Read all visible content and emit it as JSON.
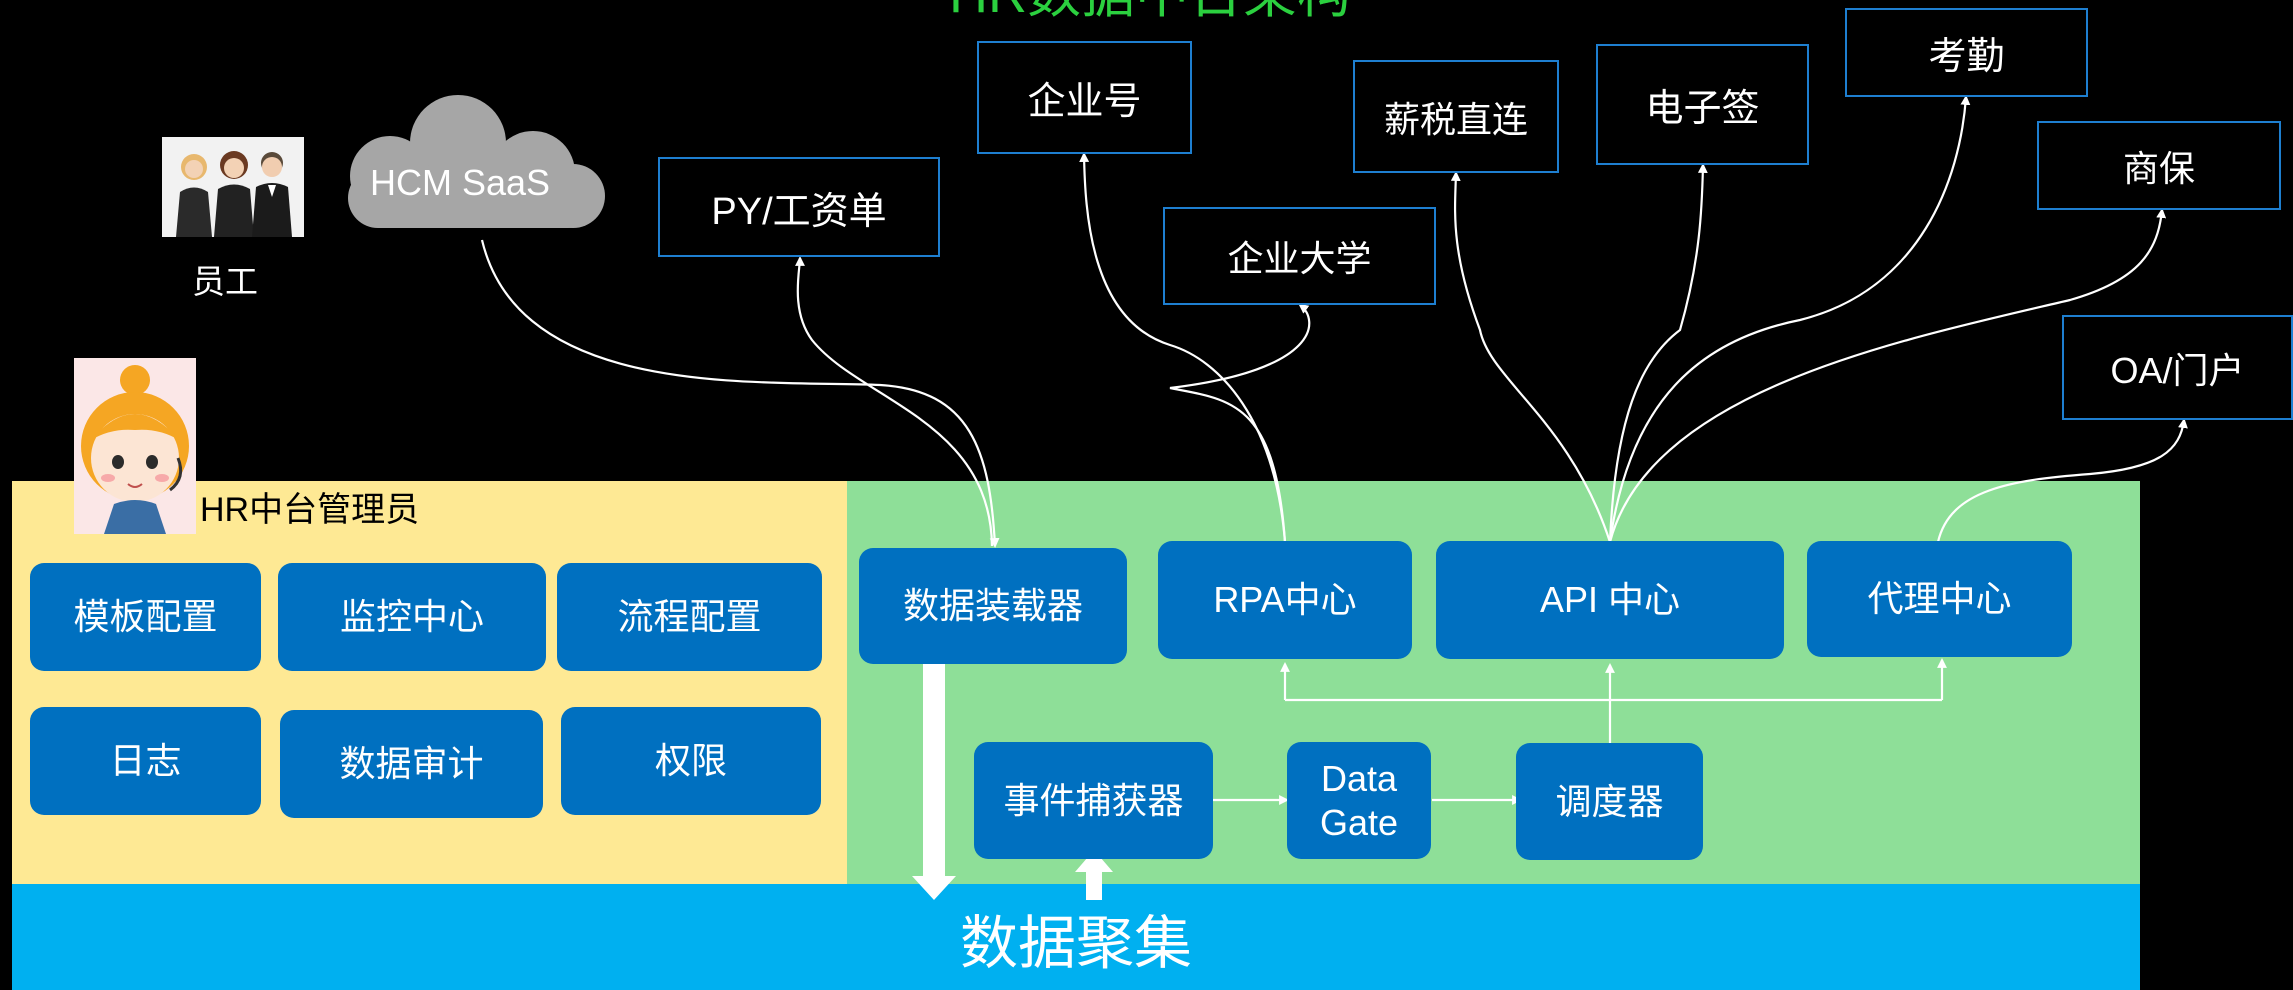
{
  "title": "HR数据中台架构",
  "users": {
    "employee_label": "员工",
    "cloud_label": "HCM SaaS",
    "admin_label": "HR中台管理员"
  },
  "admin_modules": [
    "模板配置",
    "监控中心",
    "流程配置",
    "日志",
    "数据审计",
    "权限"
  ],
  "centers": {
    "loader": "数据装载器",
    "rpa": "RPA中心",
    "api": "API 中心",
    "proxy": "代理中心",
    "event_capture": "事件捕获器",
    "datagate_line1": "Data",
    "datagate_line2": "Gate",
    "scheduler": "调度器"
  },
  "data_layer_label": "数据聚集",
  "external_systems": {
    "py": "PY/工资单",
    "wechat": "企业号",
    "university": "企业大学",
    "tax": "薪税直连",
    "esign": "电子签",
    "attendance": "考勤",
    "insurance": "商保",
    "oa": "OA/门户"
  },
  "colors": {
    "admin_panel": "#FEE994",
    "core_panel": "#8EDF98",
    "data_layer": "#00B0F0",
    "module_button": "#0070C0",
    "box_border": "#1E7FD0",
    "title": "#2BD03F"
  }
}
